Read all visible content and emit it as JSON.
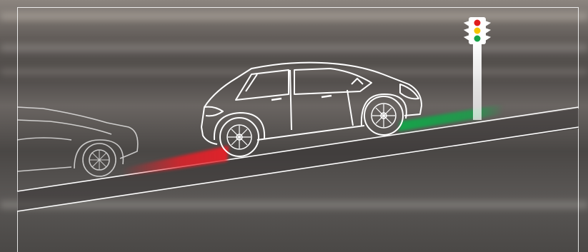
{
  "scene": {
    "description_label": "",
    "elements": {
      "rear_car": "car-outline",
      "front_car": "car-outline",
      "traffic_light": "traffic-light",
      "road": "inclined-road"
    },
    "colors": {
      "rear_gap_zone": "#e0222a",
      "front_gap_zone": "#16a34a",
      "light_red": "#e11d1d",
      "light_yellow": "#f5c400",
      "light_green": "#16a34a",
      "outline": "#ffffff"
    }
  }
}
